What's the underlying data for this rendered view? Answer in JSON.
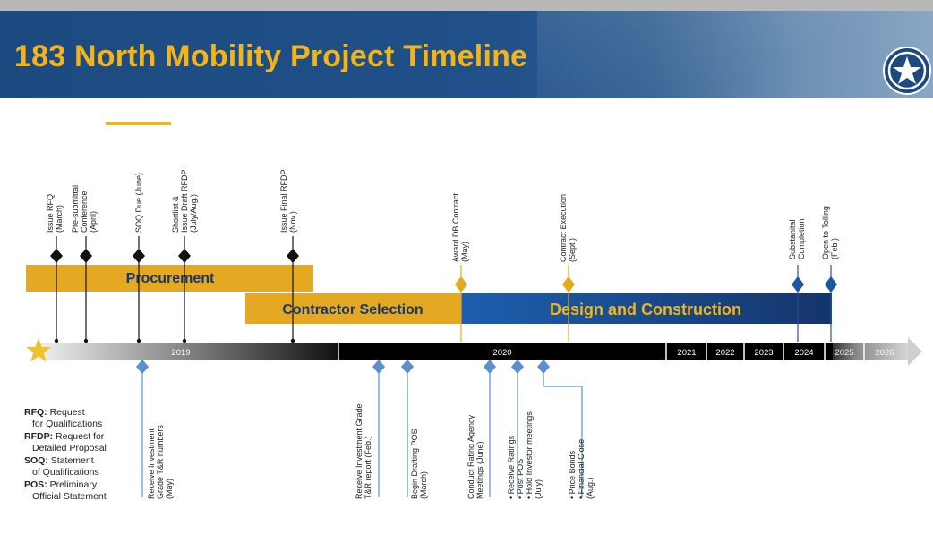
{
  "title": "183 North Mobility Project Timeline",
  "phases": {
    "procurement": "Procurement",
    "contractor_selection": "Contractor Selection",
    "design_construction": "Design and Construction"
  },
  "years": [
    "2019",
    "2020",
    "2021",
    "2022",
    "2023",
    "2024",
    "2025",
    "2026"
  ],
  "top_milestones": [
    [
      "Issue RFQ",
      "(March)"
    ],
    [
      "Pre-submittal",
      "Conference",
      "(April)"
    ],
    [
      "SOQ Due (June)"
    ],
    [
      "Shortlist &",
      "Issue Draft RFDP",
      "(July/Aug.)"
    ],
    [
      "Issue Final RFDP",
      "(Nov.)"
    ],
    [
      "Award DB Contract",
      "(May)"
    ],
    [
      "Contract Execution",
      "(Sept.)"
    ],
    [
      "Substanital",
      "Completion"
    ],
    [
      "Open to Tolling",
      "(Feb.)"
    ]
  ],
  "bottom_milestones": [
    [
      "Receive Investment",
      "Grade T&R numbers",
      "(May)"
    ],
    [
      "Receive Investment Grade",
      "T&R report (Feb.)"
    ],
    [
      "Begin Drafting POS",
      "(March)"
    ],
    [
      "Conduct Rating Agency",
      "Meetings (June)"
    ],
    [
      "• Receive Ratings",
      "• Post POS",
      "• Hold Investor meetings",
      "(July)"
    ],
    [
      "• Price Bonds",
      "• Financial Close",
      "(Aug.)"
    ]
  ],
  "legend": [
    {
      "abbr": "RFQ:",
      "line1": "Request",
      "line2": "for Qualifications"
    },
    {
      "abbr": "RFDP:",
      "line1": "Request for",
      "line2": "Detailed Proposal"
    },
    {
      "abbr": "SOQ:",
      "line1": "Statement",
      "line2": "of Qualifications"
    },
    {
      "abbr": "POS:",
      "line1": "Preliminary",
      "line2": "Official Statement"
    }
  ],
  "colors": {
    "gold": "#e4a823",
    "navy": "#17396d",
    "blue": "#1b56a3",
    "marker_blue": "#5b8fd4",
    "header_blue": "#1c4a80",
    "title_gold": "#f2b418",
    "star": "#f2c12e"
  },
  "icons": {
    "logo": "star-logo-icon",
    "start": "star-icon"
  }
}
